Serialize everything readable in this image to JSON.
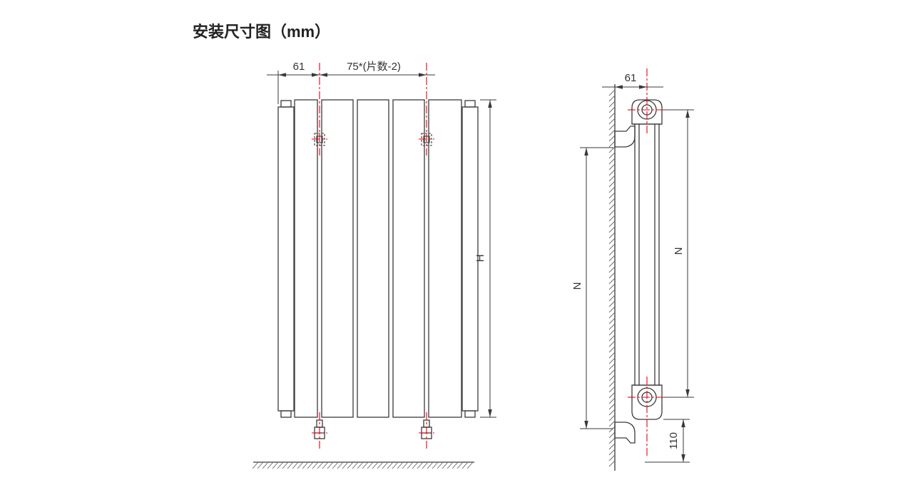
{
  "title": "安装尺寸图（mm）",
  "diagram": {
    "front_view": {
      "dim_bracket_offset": "61",
      "dim_section_pitch": "75*(片数-2)",
      "dim_height": "H"
    },
    "side_view": {
      "dim_wall_offset": "61",
      "dim_hanger_spacing": "N",
      "dim_pipe_spacing": "N",
      "dim_floor_clearance": "110"
    },
    "colors": {
      "line": "#3a3a3a",
      "centerline": "#e60012",
      "background": "#ffffff"
    }
  }
}
